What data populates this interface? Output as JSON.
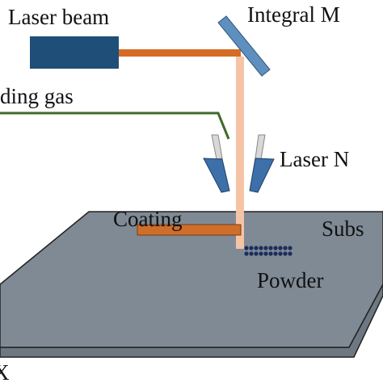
{
  "labels": {
    "laser_beam": "Laser beam",
    "integral_mirror": "Integral M",
    "shielding_gas": "ding gas",
    "laser_nozzle": "Laser N",
    "coating": "Coating",
    "substrate": "Subs",
    "powder": "Powder",
    "axis_mark": "X"
  },
  "colors": {
    "laser_source": "#1f4e79",
    "beam_horizontal": "#d56b25",
    "beam_vertical": "#f5c4a6",
    "mirror": "#5f8fbf",
    "gas_line": "#3f6b2a",
    "nozzle_light": "#d8d8d8",
    "nozzle_blue": "#3d70a8",
    "substrate_top": "#7f8a95",
    "substrate_edge": "#6d7882",
    "coating": "#cf6e2a",
    "powder": "#1c2d5c"
  }
}
